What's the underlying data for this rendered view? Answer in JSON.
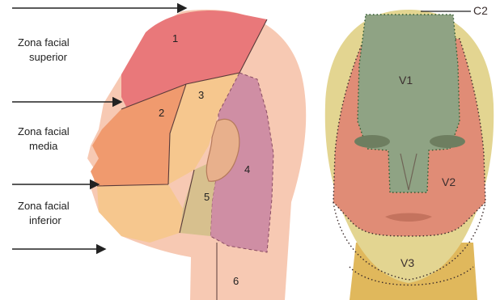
{
  "zones": {
    "superior": {
      "line1": "Zona facial",
      "line2": "superior"
    },
    "media": {
      "line1": "Zona facial",
      "line2": "media"
    },
    "inferior": {
      "line1": "Zona facial",
      "line2": "inferior"
    }
  },
  "regions": [
    "1",
    "2",
    "3",
    "4",
    "5",
    "6"
  ],
  "dermatomes": {
    "v1": "V1",
    "v2": "V2",
    "v3": "V3",
    "c2": "C2"
  },
  "colors": {
    "region1": "#e9787a",
    "region2": "#f09a6e",
    "region3": "#f6c78e",
    "region4": "#cf8ea4",
    "region5": "#d7c08e",
    "skin": "#f7c9b3",
    "v1": "#8fa384",
    "v2": "#e08c76",
    "v3": "#e3d591",
    "neck": "#e0b85c"
  }
}
